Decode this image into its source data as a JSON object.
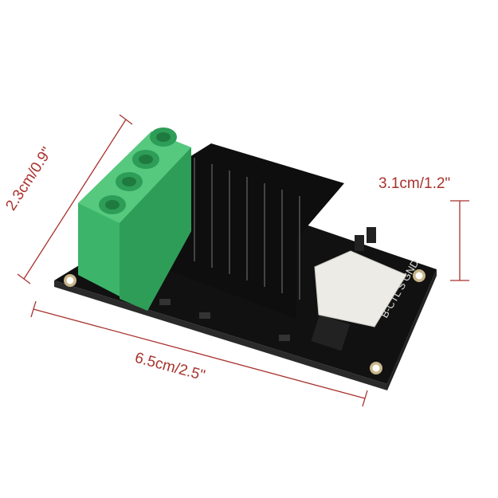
{
  "product": {
    "silkscreen_label": "B-CTL S GND",
    "colors": {
      "pcb": "#1a1a1a",
      "heatsink": "#141414",
      "terminal": "#3cb56a",
      "connector": "#ecebe6",
      "dimension": "#a8322d"
    }
  },
  "dimensions": {
    "width": "2.3cm/0.9\"",
    "height": "3.1cm/1.2\"",
    "length": "6.5cm/2.5\""
  }
}
